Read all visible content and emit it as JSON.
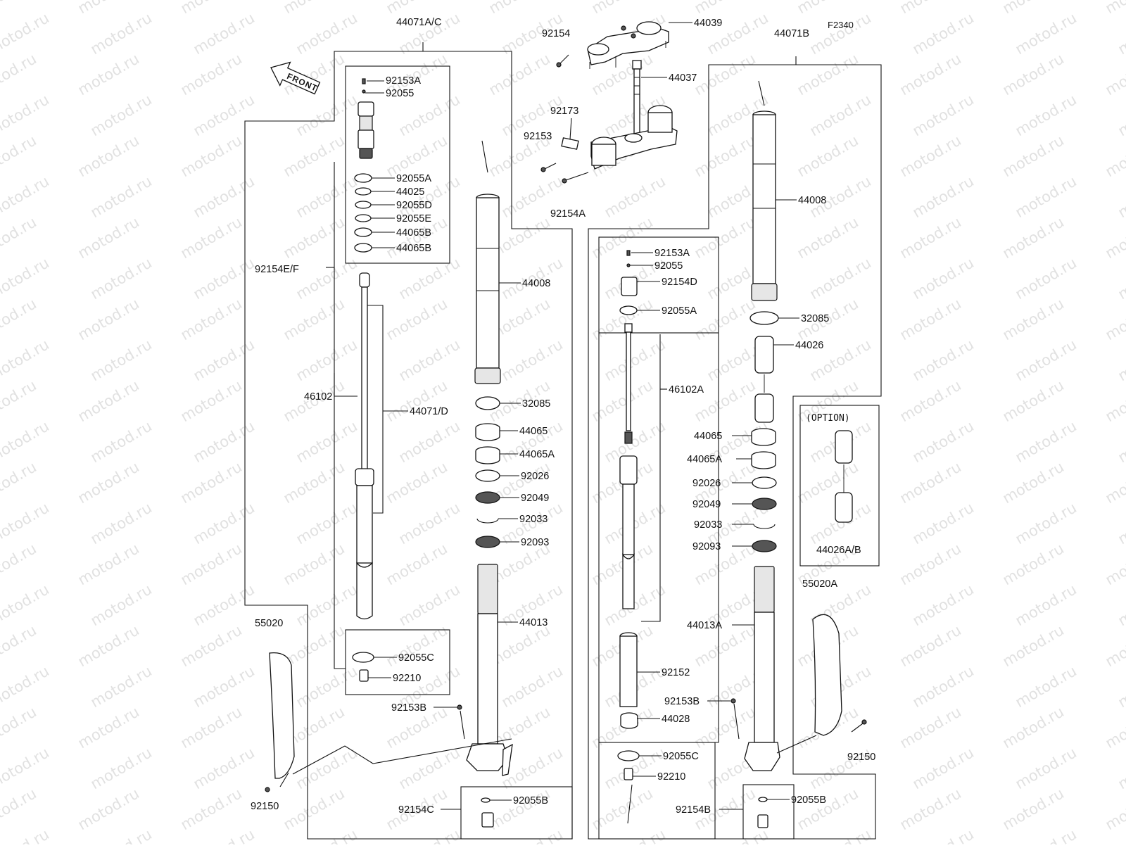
{
  "diagram_id": "F2340",
  "front_label": "FRONT",
  "option_label": "(OPTION)",
  "watermark": "motod.ru",
  "labels": [
    {
      "id": "l01",
      "text": "44071A/C"
    },
    {
      "id": "l02",
      "text": "92153A"
    },
    {
      "id": "l03",
      "text": "92055"
    },
    {
      "id": "l04",
      "text": "92055A"
    },
    {
      "id": "l05",
      "text": "44025"
    },
    {
      "id": "l06",
      "text": "92055D"
    },
    {
      "id": "l07",
      "text": "92055E"
    },
    {
      "id": "l08",
      "text": "44065B"
    },
    {
      "id": "l09",
      "text": "44065B"
    },
    {
      "id": "l10",
      "text": "92154E/F"
    },
    {
      "id": "l11",
      "text": "46102"
    },
    {
      "id": "l12",
      "text": "44071/D"
    },
    {
      "id": "l13",
      "text": "92055C"
    },
    {
      "id": "l14",
      "text": "92210"
    },
    {
      "id": "l15",
      "text": "55020"
    },
    {
      "id": "l16",
      "text": "92150"
    },
    {
      "id": "l17",
      "text": "92153B"
    },
    {
      "id": "l18",
      "text": "92154C"
    },
    {
      "id": "l19",
      "text": "92055B"
    },
    {
      "id": "l20",
      "text": "44008"
    },
    {
      "id": "l21",
      "text": "32085"
    },
    {
      "id": "l22",
      "text": "44065"
    },
    {
      "id": "l23",
      "text": "44065A"
    },
    {
      "id": "l24",
      "text": "92026"
    },
    {
      "id": "l25",
      "text": "92049"
    },
    {
      "id": "l26",
      "text": "92033"
    },
    {
      "id": "l27",
      "text": "92093"
    },
    {
      "id": "l28",
      "text": "44013"
    },
    {
      "id": "l29",
      "text": "92154"
    },
    {
      "id": "l30",
      "text": "44039"
    },
    {
      "id": "l31",
      "text": "44037"
    },
    {
      "id": "l32",
      "text": "92173"
    },
    {
      "id": "l33",
      "text": "92153"
    },
    {
      "id": "l34",
      "text": "92154A"
    },
    {
      "id": "l35",
      "text": "44071B"
    },
    {
      "id": "l36",
      "text": "F2340"
    },
    {
      "id": "l37",
      "text": "44008"
    },
    {
      "id": "l38",
      "text": "32085"
    },
    {
      "id": "l39",
      "text": "44026"
    },
    {
      "id": "l40",
      "text": "92153A"
    },
    {
      "id": "l41",
      "text": "92055"
    },
    {
      "id": "l42",
      "text": "92154D"
    },
    {
      "id": "l43",
      "text": "92055A"
    },
    {
      "id": "l44",
      "text": "46102A"
    },
    {
      "id": "l45",
      "text": "44065"
    },
    {
      "id": "l46",
      "text": "44065A"
    },
    {
      "id": "l47",
      "text": "92026"
    },
    {
      "id": "l48",
      "text": "92049"
    },
    {
      "id": "l49",
      "text": "92033"
    },
    {
      "id": "l50",
      "text": "92093"
    },
    {
      "id": "l51",
      "text": "44013A"
    },
    {
      "id": "l52",
      "text": "92152"
    },
    {
      "id": "l53",
      "text": "92153B"
    },
    {
      "id": "l54",
      "text": "44028"
    },
    {
      "id": "l55",
      "text": "92055C"
    },
    {
      "id": "l56",
      "text": "92210"
    },
    {
      "id": "l57",
      "text": "92154B"
    },
    {
      "id": "l58",
      "text": "92055B"
    },
    {
      "id": "l59",
      "text": "55020A"
    },
    {
      "id": "l60",
      "text": "92150"
    },
    {
      "id": "l61",
      "text": "44026A/B"
    }
  ]
}
